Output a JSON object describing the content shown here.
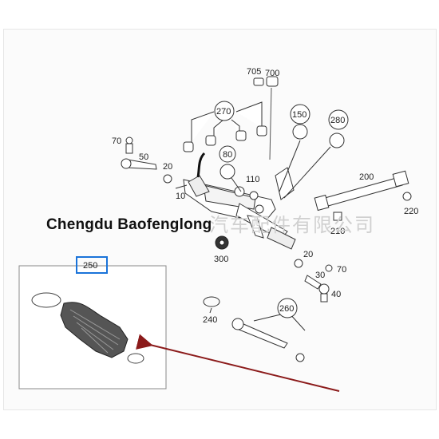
{
  "watermark": {
    "company": "Chengdu Baofenglong",
    "cjk_text": "汽车配件有限公司"
  },
  "callouts": {
    "c705": "705",
    "c700": "700",
    "c270": "270",
    "c150": "150",
    "c280": "280",
    "c70a": "70",
    "c50": "50",
    "c80": "80",
    "c20a": "20",
    "c110": "110",
    "c10": "10",
    "c200": "200",
    "c220": "220",
    "c210": "210",
    "c300": "300",
    "c20b": "20",
    "c70b": "70",
    "c30": "30",
    "c40": "40",
    "c250": "250",
    "c260": "260",
    "c240": "240"
  },
  "colors": {
    "highlight": "#1a73d9",
    "arrow": "#8b1a1a",
    "line": "#333333"
  },
  "icons": {
    "highlight": "blue-highlight-box",
    "arrow": "red-pointer-arrow"
  }
}
